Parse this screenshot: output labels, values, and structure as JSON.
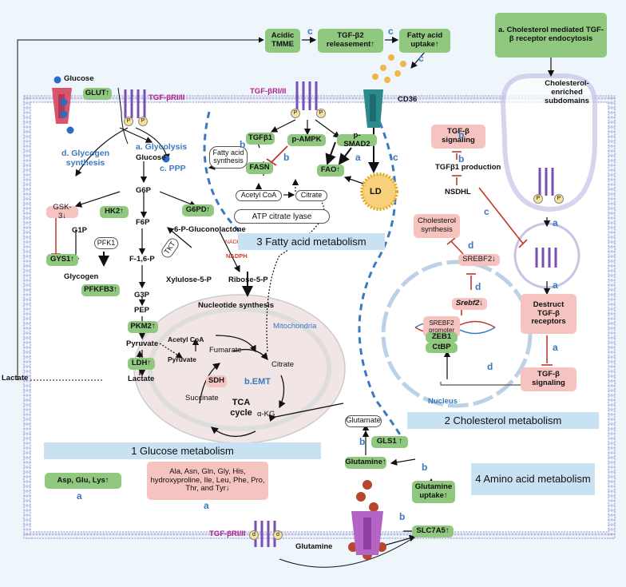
{
  "top_flow": {
    "acidic_tmme": "Acidic TMME",
    "tgf_release": "TGF-β2 releasement↑",
    "fa_uptake": "Fatty acid uptake↑",
    "cholesterol_endocytosis": "a. Cholesterol mediated TGF-β receptor endocytosis",
    "cholesterol_subdomains": "Cholesterol-enriched subdomains"
  },
  "membrane": {
    "glucose": "Glucose",
    "glut": "GLUT↑",
    "tgfbr_top_left": "TGF-βRI/II",
    "tgfbr_top_mid": "TGF-βRI/II",
    "cd36": "CD36",
    "tgfbr_bottom": "TGF-βRI/II",
    "glutamine_ext": "Glutamine"
  },
  "glucose": {
    "glycolysis": "a. Glycolysis",
    "glucose_in": "Glucose",
    "glycogen_synthesis": "d. Glycogen synthesis",
    "ppp": "c. PPP",
    "g6p": "G6P",
    "gsk3": "GSK-3↓",
    "g1p": "G1P",
    "gys1": "GYS1↑",
    "glycogen": "Glycogen",
    "hk2": "HK2↑",
    "f6p": "F6P",
    "pfk1": "PFK1",
    "f16p": "F-1,6-P",
    "pfkfb3": "PFKFB3↑",
    "g3p": "G3P",
    "pep": "PEP",
    "pkm2": "PKM2↑",
    "pyruvate": "Pyruvate",
    "ldh": "LDH↑",
    "lactate": "Lactate",
    "lactate_ext": "Lactate",
    "g6pd": "G6PD↑",
    "gluconolactone": "6-P-Gluconolactone",
    "tkt": "TKT",
    "nadp": "NADP⁺",
    "nadph": "NADPH",
    "xylulose": "Xylulose-5-P",
    "ribose": "Ribose-5-P",
    "nucleotide": "Nucleotide synthesis",
    "section": "1 Glucose metabolism"
  },
  "mito": {
    "mitochondria": "Mitochondria",
    "acetyl_coa": "Acetyl CoA",
    "pyruvate": "Pyruvate",
    "fumarate": "Fumarate",
    "citrate": "Citrate",
    "sdh": "SDH",
    "emt": "b.EMT",
    "succinate": "Succinate",
    "tca": "TCA cycle",
    "akg": "α-KG"
  },
  "fatty": {
    "tgfb1": "TGFβ1",
    "fa_synthesis": "Fatty acid synthesis",
    "p_ampk": "p-AMPK",
    "p_smad2": "p-SMAD2",
    "fasn": "FASN",
    "fao": "FAO↑",
    "ld": "LD",
    "acetyl_coa": "Acetyl CoA",
    "citrate": "Citrate",
    "acly": "ATP citrate lyase",
    "section": "3 Fatty acid metabolism"
  },
  "cholesterol": {
    "tgfb_signaling_top": "TGF-β signaling",
    "tgfb1_production": "TGFβ1 production",
    "nsdhl": "NSDHL",
    "chol_synthesis": "Cholesterol synthesis",
    "srebf2_protein": "SREBF2↓",
    "srebf2_gene": "Srebf2↓",
    "srebf2_promoter": "SREBF2 promoter",
    "zeb1": "ZEB1",
    "ctbp": "CtBP",
    "nucleus": "Nucleus",
    "destruct": "Destruct TGF-β receptors",
    "tgfb_signaling_bottom": "TGF-β signaling",
    "section": "2 Cholesterol metabolism"
  },
  "amino": {
    "glutamate": "Glutamate",
    "gls1": "GLS1 ↑",
    "glutamine_in": "Glutamine↑",
    "glutamine_uptake": "Glutamine uptake↑",
    "slc7a5": "SLC7A5↑",
    "asp": "Asp, Glu,  Lys↑",
    "aa_down": "Ala, Asn, Gln, Gly, His, hydroxyproline, Ile, Leu, Phe, Pro, Thr, and Tyr↓",
    "section": "4 Amino acid metabolism"
  },
  "letters": {
    "a": "a",
    "b": "b",
    "c": "c",
    "d": "d"
  },
  "pmarks": {
    "p": "P",
    "d": "d"
  },
  "colors": {
    "green": "#8fc87e",
    "pink": "#f5c4c0",
    "blue_text": "#3a78c0",
    "section_bg": "#c9e2f3",
    "membrane": "#a89ed8",
    "red_inhibit": "#c0392b"
  }
}
